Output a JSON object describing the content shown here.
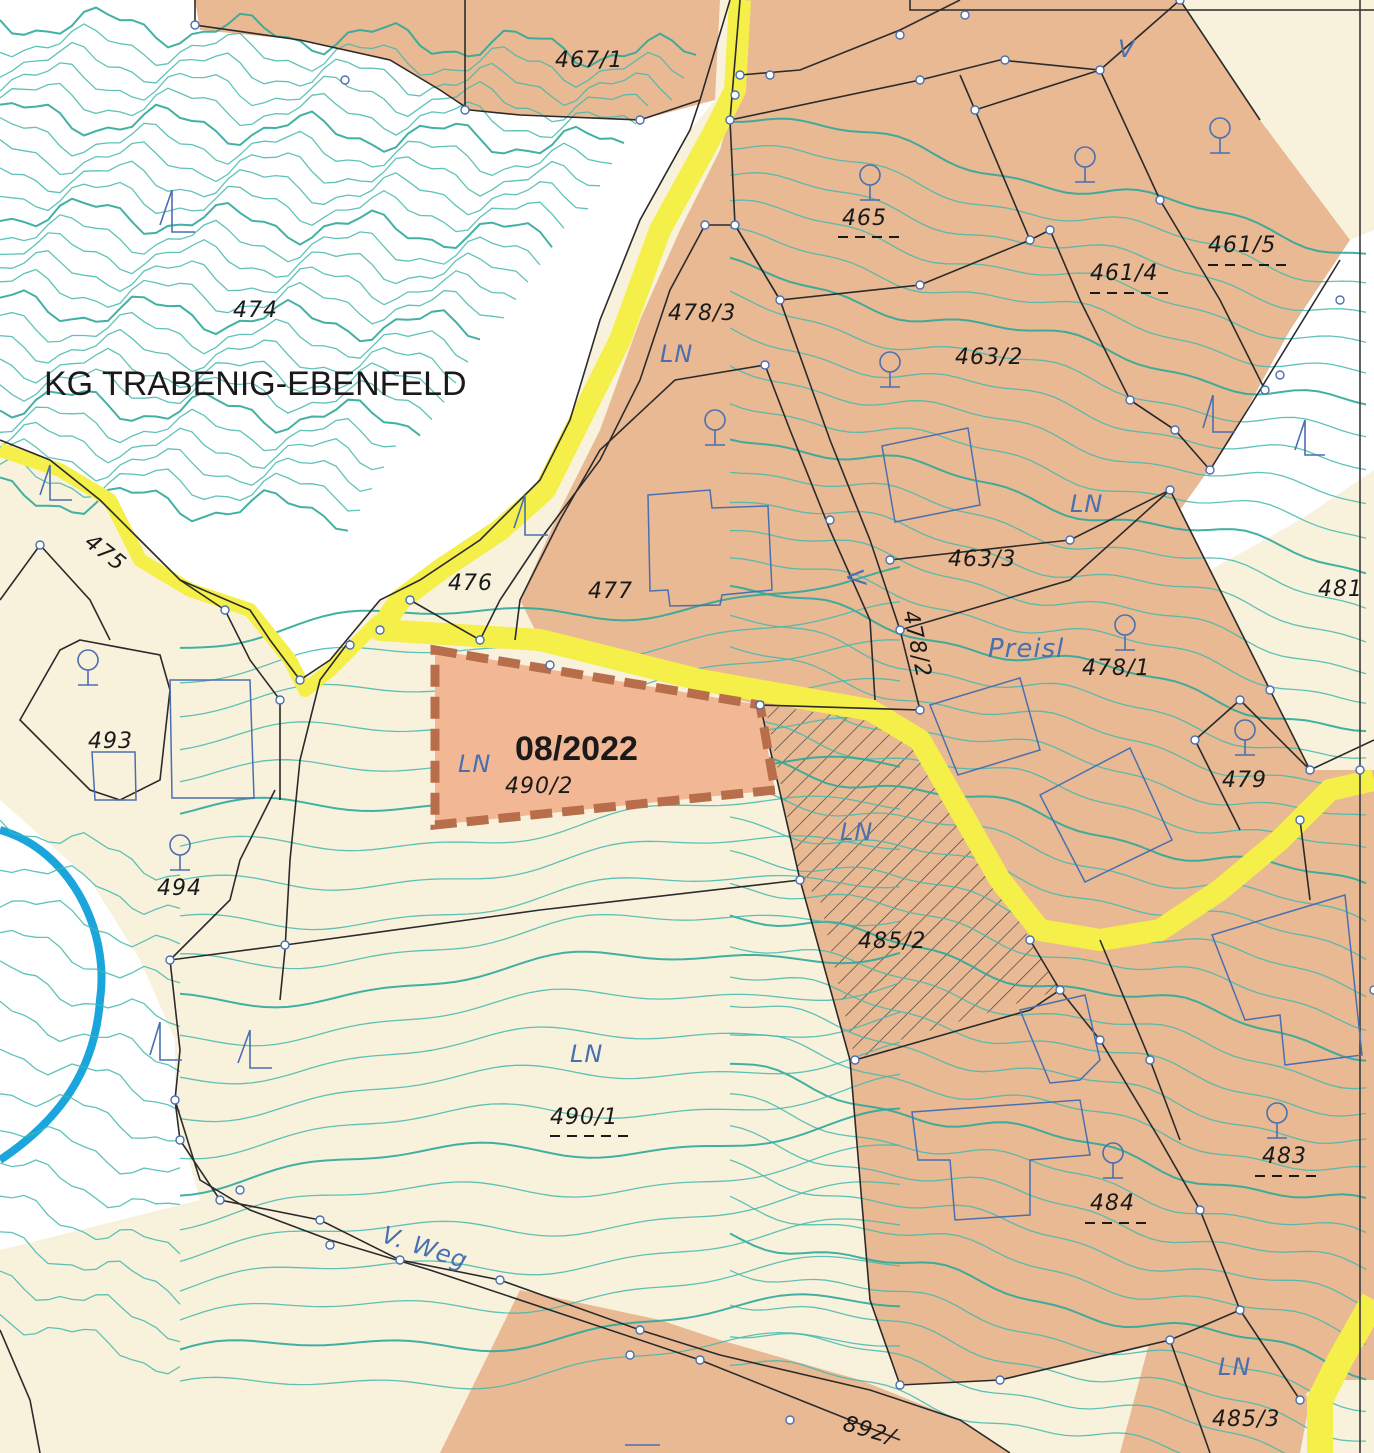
{
  "map": {
    "place_name": "KG TRABENIG-EBENFELD",
    "plan_id": "08/2022",
    "colors": {
      "building_land": "#e9b994",
      "agricultural": "#f8f2dd",
      "forest": "#ffffff",
      "road": "#f5ef4a",
      "water": "#1aa5dc",
      "contours": "#43b9ad",
      "parcel_lines": "#2b2b2b",
      "symbols": "#4a6fb0",
      "plan_fill": "#f2b896",
      "plan_border": "#b86e4a"
    },
    "parcels": {
      "p467_1": "467/1",
      "p465": "465",
      "p474": "474",
      "p461_5": "461/5",
      "p461_4": "461/4",
      "p478_3": "478/3",
      "p463_2": "463/2",
      "p475": "475",
      "p476": "476",
      "p477": "477",
      "p463_3": "463/3",
      "p478_2": "478/2",
      "p481": "481",
      "p478_1": "478/1",
      "p493": "493",
      "p490_2": "490/2",
      "p479": "479",
      "p494": "494",
      "p485_2": "485/2",
      "p490_1": "490/1",
      "p483": "483",
      "p484": "484",
      "p485_3": "485/3",
      "p892": "892/"
    },
    "landuse": {
      "ln_478_3": "LN",
      "ln_463_3": "LN",
      "ln_490_2": "LN",
      "ln_485_2": "LN",
      "ln_490_1": "LN",
      "ln_485_3": "LN"
    },
    "field_names": {
      "preisl": "Preisl",
      "vweg": "V. Weg"
    },
    "symbols": {
      "v_top": "V",
      "v_478_2": "V"
    }
  }
}
